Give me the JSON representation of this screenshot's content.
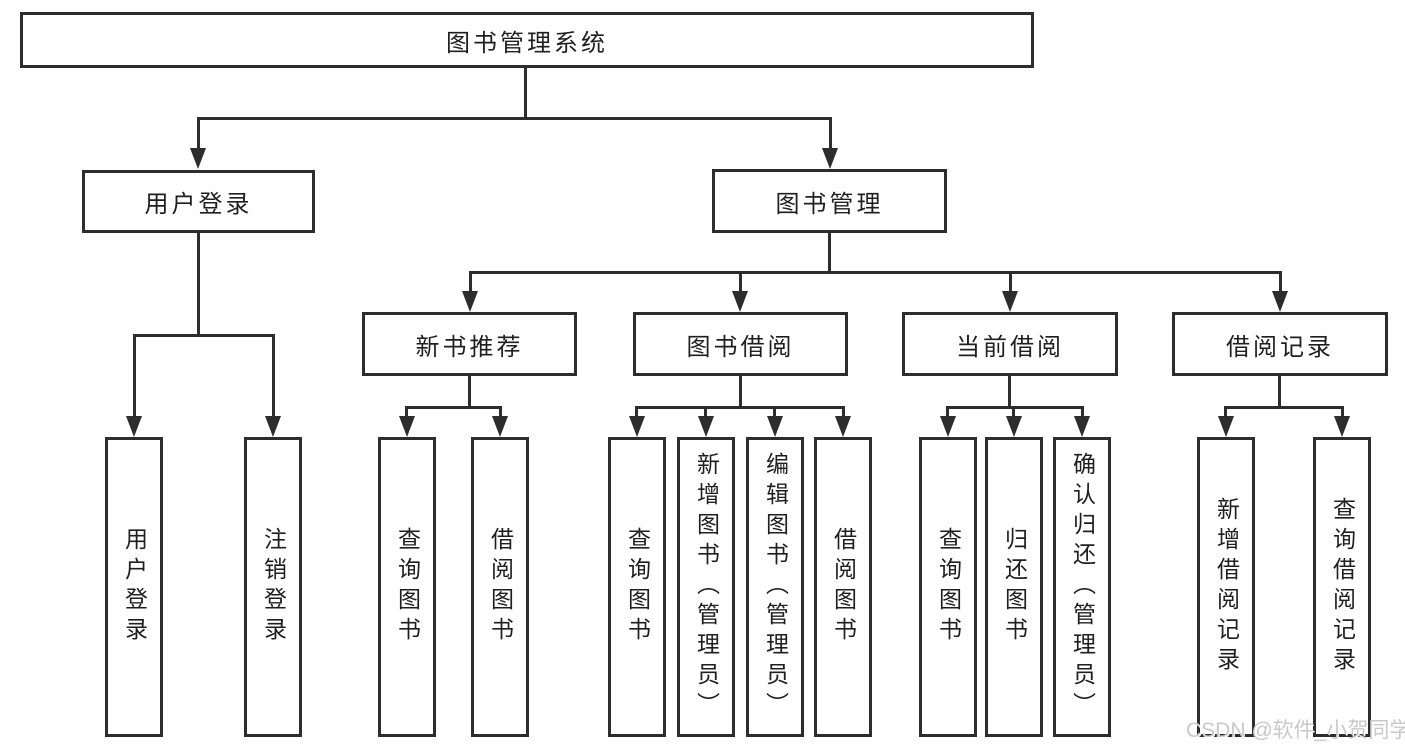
{
  "colors": {
    "line": "#2d2d2d",
    "text": "#1f1f1f",
    "box_background": "#ffffff",
    "page_background": "#ffffff",
    "watermark_text": "#c9c9c9"
  },
  "watermark": {
    "text": "CSDN @软件_小贺同学"
  },
  "tree": {
    "label": "图书管理系统",
    "children": [
      {
        "label": "用户登录",
        "children": [
          {
            "label": "用户登录"
          },
          {
            "label": "注销登录"
          }
        ]
      },
      {
        "label": "图书管理",
        "children": [
          {
            "label": "新书推荐",
            "children": [
              {
                "label": "查询图书"
              },
              {
                "label": "借阅图书"
              }
            ]
          },
          {
            "label": "图书借阅",
            "children": [
              {
                "label": "查询图书"
              },
              {
                "label": "新增图书（管理员）"
              },
              {
                "label": "编辑图书（管理员）"
              },
              {
                "label": "借阅图书"
              }
            ]
          },
          {
            "label": "当前借阅",
            "children": [
              {
                "label": "查询图书"
              },
              {
                "label": "归还图书"
              },
              {
                "label": "确认归还（管理员）"
              }
            ]
          },
          {
            "label": "借阅记录",
            "children": [
              {
                "label": "新增借阅记录"
              },
              {
                "label": "查询借阅记录"
              }
            ]
          }
        ]
      }
    ]
  }
}
